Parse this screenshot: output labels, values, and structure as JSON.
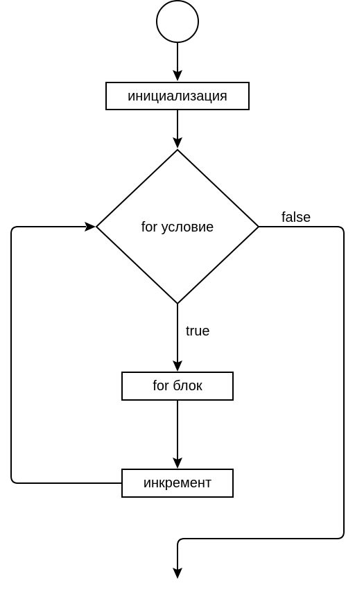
{
  "diagram": {
    "type": "flowchart",
    "nodes": {
      "start": {
        "shape": "circle",
        "label": ""
      },
      "init": {
        "shape": "rectangle",
        "label": "инициализация"
      },
      "condition": {
        "shape": "diamond",
        "label": "for условие"
      },
      "body": {
        "shape": "rectangle",
        "label": "for блок"
      },
      "increment": {
        "shape": "rectangle",
        "label": "инкремент"
      }
    },
    "edges": {
      "true_label": "true",
      "false_label": "false"
    },
    "connections": [
      {
        "from": "start",
        "to": "init",
        "label": ""
      },
      {
        "from": "init",
        "to": "condition",
        "label": ""
      },
      {
        "from": "condition",
        "to": "body",
        "label": "true"
      },
      {
        "from": "body",
        "to": "increment",
        "label": ""
      },
      {
        "from": "increment",
        "to": "condition",
        "label": ""
      },
      {
        "from": "condition",
        "to": "exit",
        "label": "false"
      }
    ],
    "colors": {
      "stroke": "#000000",
      "fill": "#ffffff",
      "text": "#000000"
    }
  }
}
